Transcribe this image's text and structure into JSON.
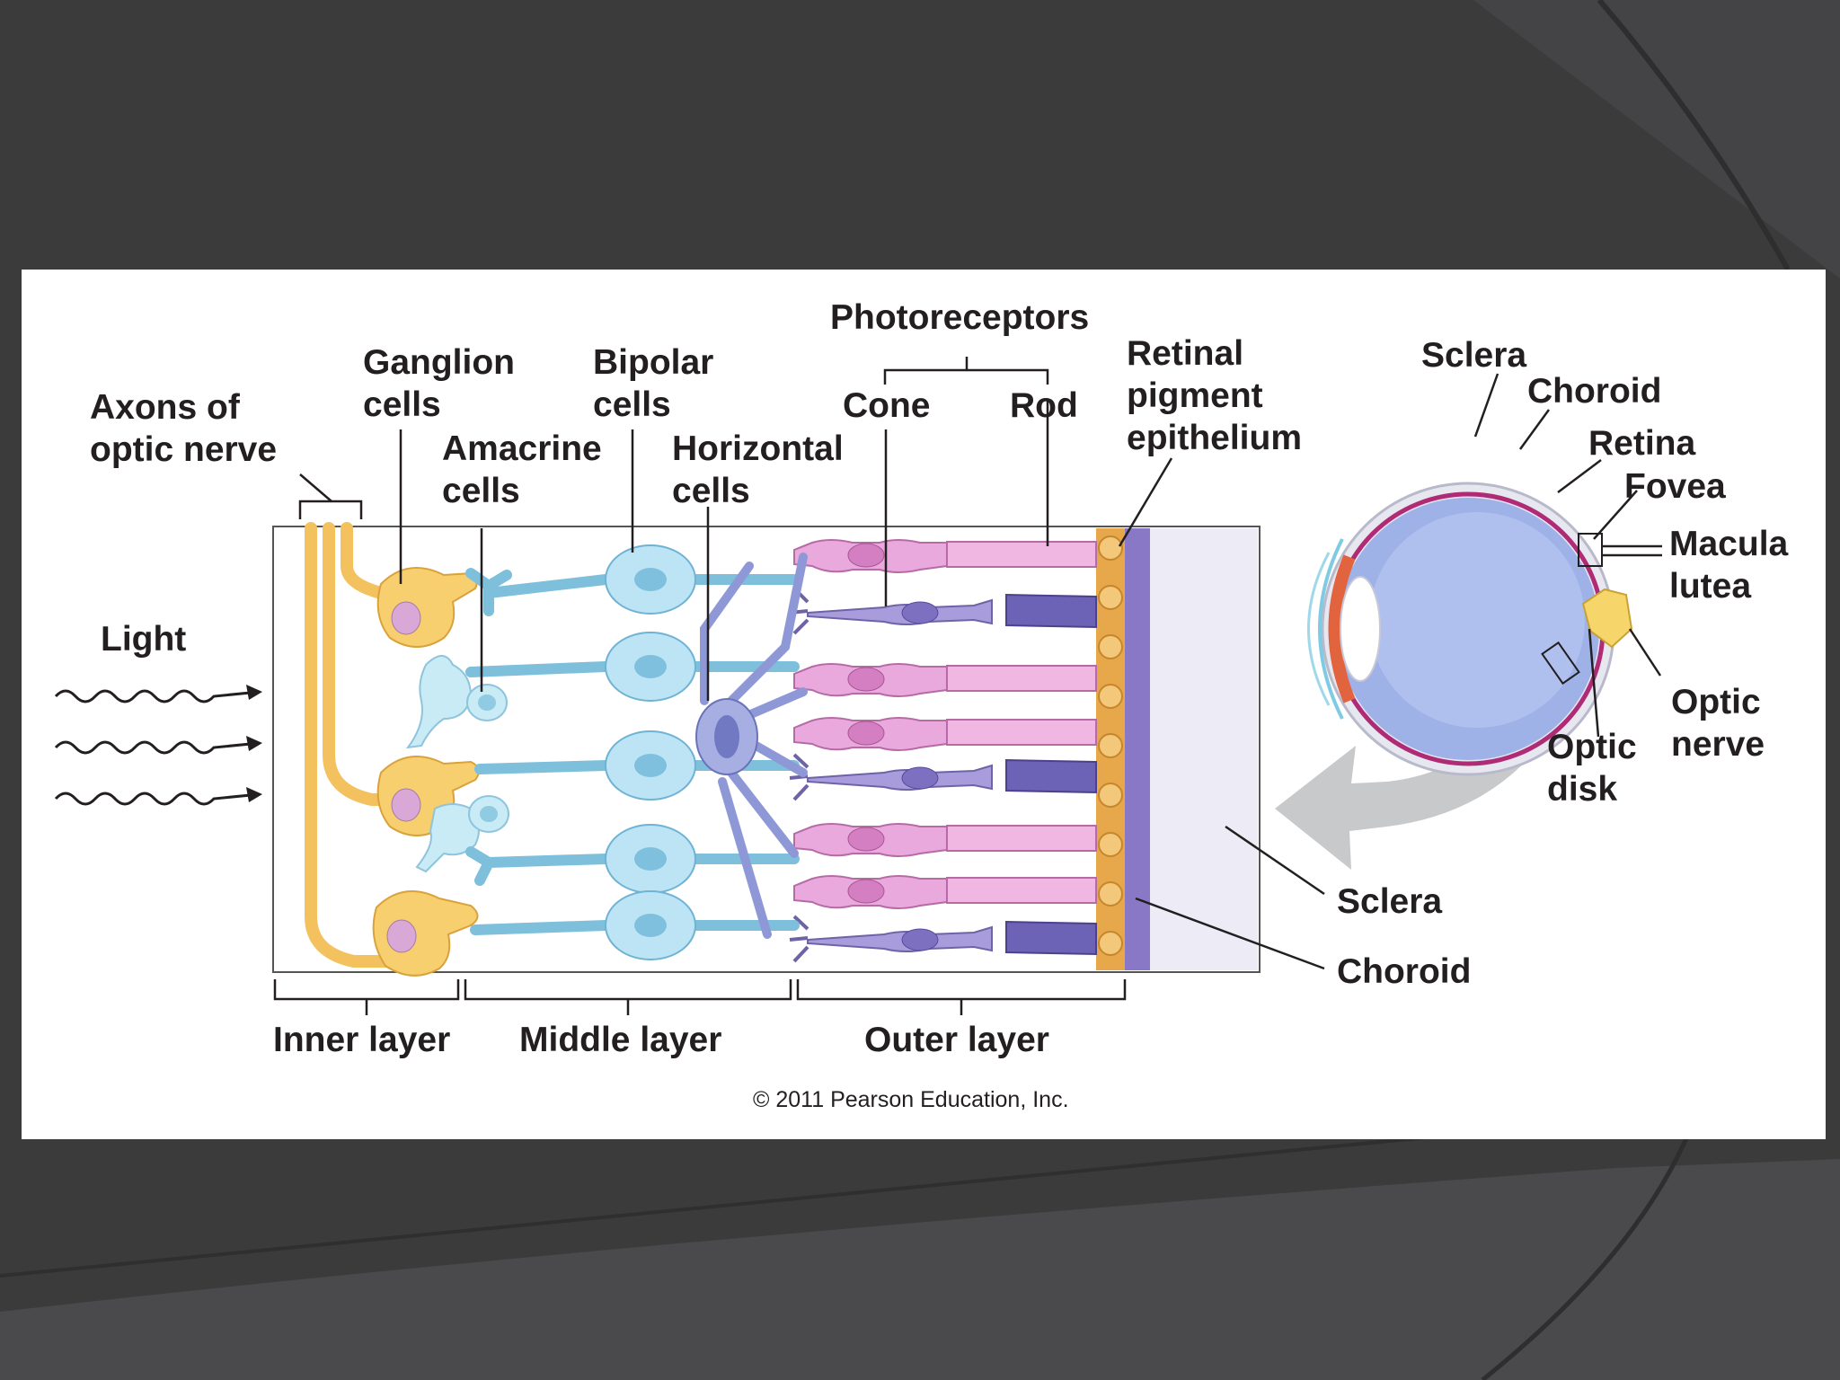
{
  "colors": {
    "slide_background": "#3b3b3c",
    "ganglion": "#f7cf6f",
    "bipolar": "#a9dbef",
    "horizontal": "#8f98d6",
    "rod": "#e39bd0",
    "cone": "#9c8fd2",
    "pigment_epithelium": "#e6a84a",
    "choroid": "#8878c6",
    "sclera": "#ecebf6",
    "arrow": "#c8c9cb"
  },
  "labels": {
    "photoreceptors": "Photoreceptors",
    "ganglion": [
      "Ganglion",
      "cells"
    ],
    "bipolar": [
      "Bipolar",
      "cells"
    ],
    "axons": [
      "Axons of",
      "optic nerve"
    ],
    "amacrine": [
      "Amacrine",
      "cells"
    ],
    "horizontal": [
      "Horizontal",
      "cells"
    ],
    "cone": "Cone",
    "rod": "Rod",
    "rpe": [
      "Retinal",
      "pigment",
      "epithelium"
    ],
    "light": "Light",
    "inner_layer": "Inner layer",
    "middle_layer": "Middle layer",
    "outer_layer": "Outer layer",
    "sclera_section": "Sclera",
    "choroid_section": "Choroid",
    "eye": {
      "sclera": "Sclera",
      "choroid": "Choroid",
      "retina": "Retina",
      "fovea": "Fovea",
      "macula": [
        "Macula",
        "lutea"
      ],
      "optic_nerve": [
        "Optic",
        "nerve"
      ],
      "optic_disk": [
        "Optic",
        "disk"
      ]
    }
  },
  "copyright": "© 2011 Pearson Education, Inc."
}
